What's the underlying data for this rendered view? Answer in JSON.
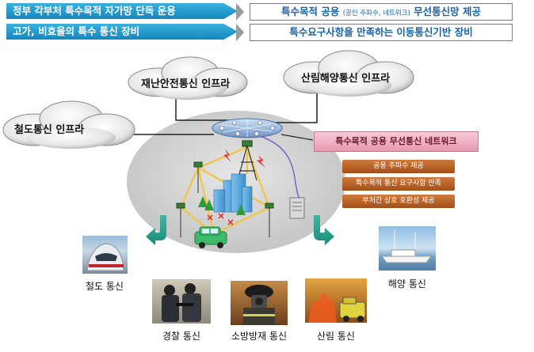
{
  "banners": [
    {
      "left": "정부 각부처 특수목적 자가망 단독 운용",
      "right_a": "특수목적 공용 ",
      "right_small": "(공인 주파수, 네트워크)",
      "right_b": " 무선통신망 제공"
    },
    {
      "left": "고가, 비효율의 특수 통신 장비",
      "right_a": "특수요구사항을 만족하는 이동통신기반 장비",
      "right_small": "",
      "right_b": ""
    }
  ],
  "clouds": [
    "재난안전통신 인프라",
    "산림해양통신 인프라",
    "철도통신 인프라"
  ],
  "network": {
    "title": "특수목적 공용 무선통신 네트워크",
    "features": [
      "공용 주파수 제공",
      "특수목적 통신 요구사항 만족",
      "부처간 상호 호환성 제공"
    ]
  },
  "services": [
    {
      "label": "철도 통신",
      "icon": "train-photo"
    },
    {
      "label": "해양 통신",
      "icon": "ship-photo"
    },
    {
      "label": "경찰 통신",
      "icon": "police-photo"
    },
    {
      "label": "소방방재 통신",
      "icon": "firefighter-photo"
    },
    {
      "label": "산림 통신",
      "icon": "forest-fire-photo"
    }
  ],
  "colors": {
    "banner": "#1f8fc8",
    "right_text": "#1a63a5",
    "network_title_bg": "#ef9fb6",
    "feature_bg": "#b85f22"
  }
}
